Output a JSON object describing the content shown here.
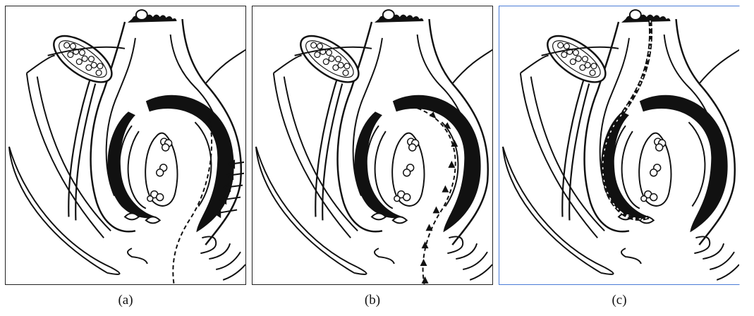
{
  "panels": [
    {
      "caption": "(a)"
    },
    {
      "caption": "(b)"
    },
    {
      "caption": "(c)"
    }
  ],
  "colors": {
    "line": "#111111",
    "frame_c": "#4a7bd6",
    "background": "#ffffff"
  },
  "marker_types": [
    "arrow-inward",
    "dashed-path-with-arrows",
    "dashed-path-with-dots"
  ]
}
